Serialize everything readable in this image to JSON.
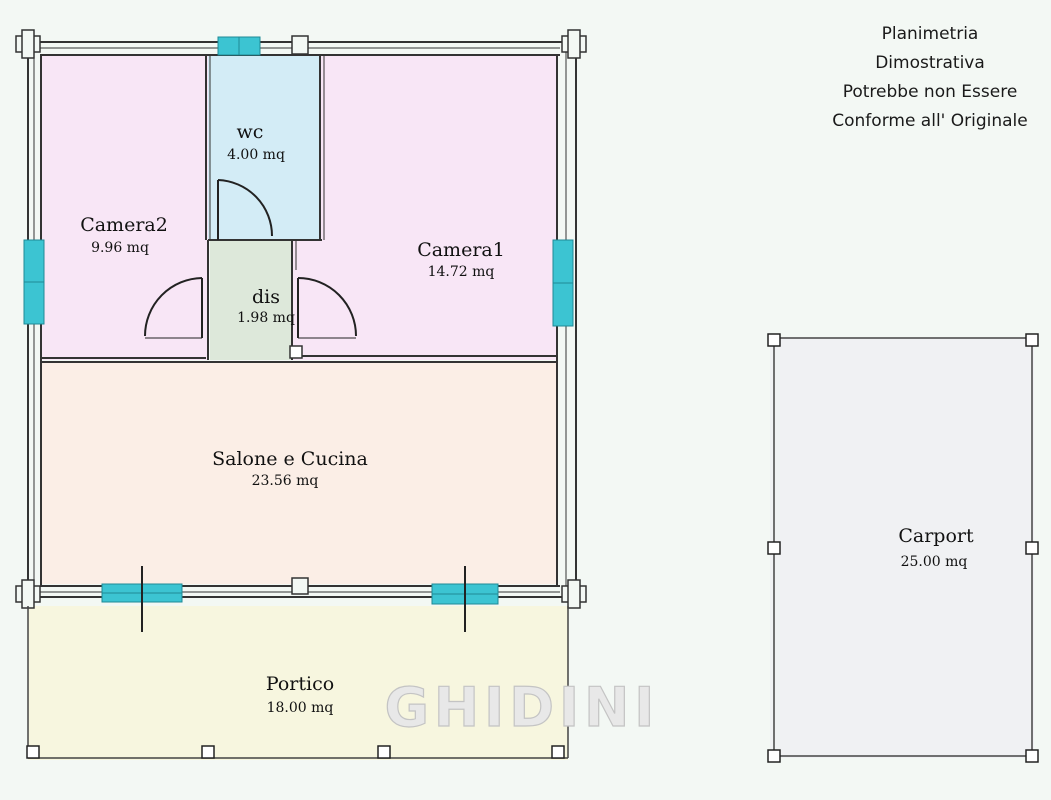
{
  "note": {
    "line1": "Planimetria",
    "line2": "Dimostrativa",
    "line3": "Potrebbe non Essere",
    "line4": "Conforme all' Originale"
  },
  "rooms": {
    "wc": {
      "name": "wc",
      "area": "4.00 mq"
    },
    "camera2": {
      "name": "Camera2",
      "area": "9.96 mq"
    },
    "camera1": {
      "name": "Camera1",
      "area": "14.72 mq"
    },
    "dis": {
      "name": "dis",
      "area": "1.98 mq"
    },
    "salone": {
      "name": "Salone e Cucina",
      "area": "23.56 mq"
    },
    "portico": {
      "name": "Portico",
      "area": "18.00 mq"
    },
    "carport": {
      "name": "Carport",
      "area": "25.00 mq"
    }
  },
  "watermark": "GHIDINI",
  "colors": {
    "camera": "#f8e6f6",
    "wc": "#d3ecf6",
    "dis": "#dde8da",
    "salone": "#fbeee6",
    "portico": "#f7f6df",
    "carport": "#f0f1f3",
    "window": "#3cc4d2",
    "wall": "#333333"
  }
}
